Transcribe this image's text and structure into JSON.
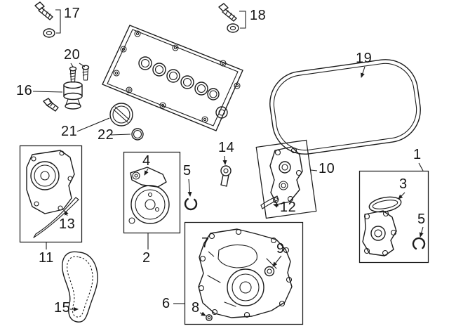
{
  "diagram": {
    "type": "exploded-parts-diagram",
    "colors": {
      "background": "#ffffff",
      "line": "#1c1c1c"
    },
    "callouts": {
      "c1": "1",
      "c2": "2",
      "c3": "3",
      "c4": "4",
      "c5": "5",
      "c6": "6",
      "c7": "7",
      "c8": "8",
      "c9": "9",
      "c10": "10",
      "c11": "11",
      "c12": "12",
      "c13": "13",
      "c14": "14",
      "c15": "15",
      "c16": "16",
      "c17": "17",
      "c18": "18",
      "c19": "19",
      "c20": "20",
      "c21": "21",
      "c22": "22"
    }
  }
}
